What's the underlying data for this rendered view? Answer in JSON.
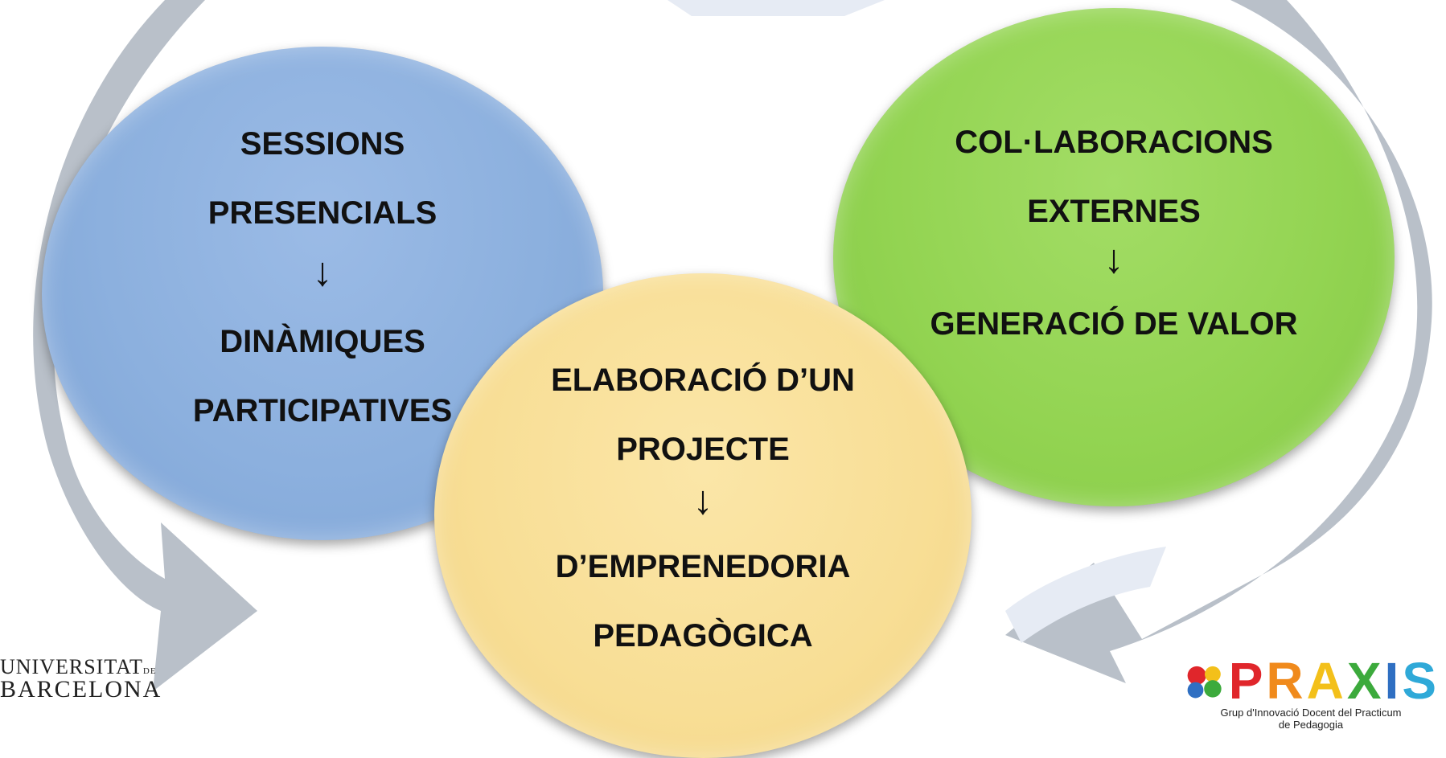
{
  "circles": {
    "sessions": {
      "line1": "SESSIONS",
      "line2": "PRESENCIALS",
      "arrow": "↓",
      "line3": "DINÀMIQUES",
      "line4": "PARTICIPATIVES",
      "color": "#8cb0de"
    },
    "collaborations": {
      "line1": "COL·LABORACIONS",
      "line2": "EXTERNES",
      "arrow": "↓",
      "line3": "GENERACIÓ DE VALOR",
      "color": "#93d452"
    },
    "project": {
      "line1": "ELABORACIÓ D’UN",
      "line2": "PROJECTE",
      "arrow": "↓",
      "line3": "D’EMPRENEDORIA",
      "line4": "PEDAGÒGICA",
      "color": "#f8de95"
    }
  },
  "cycle_arrows_color": "#b9c0c9",
  "logos": {
    "ub": {
      "line1": "UNIVERSITAT",
      "line1_small": "DE",
      "line2": "BARCELONA"
    },
    "praxis": {
      "word": "PRAXIS",
      "subtitle1": "Grup d'Innovació Docent del Practicum",
      "subtitle2": "de Pedagogia",
      "letter_colors": [
        "#e0262b",
        "#f08a1c",
        "#f3c01a",
        "#3caa3c",
        "#2f6fc2",
        "#2fa9d8"
      ]
    }
  }
}
